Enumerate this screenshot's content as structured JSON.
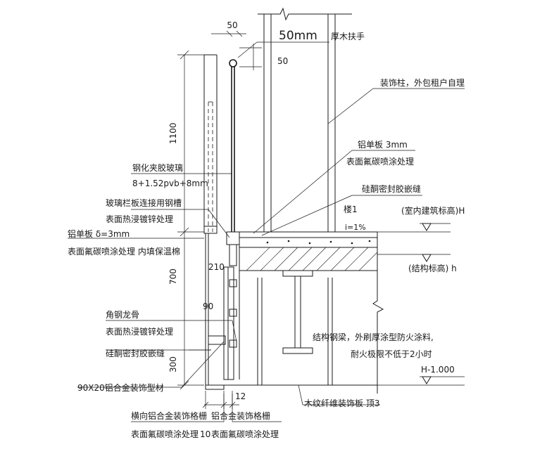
{
  "labels": {
    "dim_50_top": "50",
    "handrail_size": "50mm",
    "handrail_desc": "厚木扶手",
    "dim_50_right": "50",
    "column_note": "装饰柱，外包租户自理",
    "alum_plate_top": "铝单板 3mm",
    "alum_plate_top_coat": "表面氟碳喷涂处理",
    "glass_name": "钢化夹胶玻璃",
    "glass_spec": "8+1.52pvb+8mm",
    "silicone_top": "硅酮密封胶嵌缝",
    "glass_channel": "玻璃栏板连接用钢槽",
    "glass_channel_coat": "表面热浸镀锌处理",
    "floor_label": "楼1",
    "slope": "i=1%",
    "arch_level": "(室内建筑标高)H",
    "alum_plate_left": "铝单板 δ=3mm",
    "alum_plate_left_coat": "表面氟碳喷涂处理  内填保温棉",
    "struct_level": "(结构标高) h",
    "dim_210": "210",
    "dim_700": "700",
    "dim_1100": "1100",
    "dim_90": "90",
    "angle_keel": "角钢龙骨",
    "angle_keel_coat": "表面热浸镀锌处理",
    "steel_beam": "结构钢梁，外刷厚涂型防火涂料,",
    "fire_rating": "耐火极限不低于2小时",
    "silicone_bottom": "硅酮密封胶嵌缝",
    "dim_300": "300",
    "level_bottom": "H-1.000",
    "alum_profile": "90X20铝合金装饰型材",
    "dim_12": "12",
    "wood_panel": "木纹纤维装饰板  顶3",
    "h_grille": "横向铝合金装饰格栅",
    "h_grille_coat": "表面氟碳喷涂处理",
    "grille": "铝合金装饰格栅",
    "grille_coat": "表面氟碳喷涂处理",
    "dim_10": "10"
  }
}
